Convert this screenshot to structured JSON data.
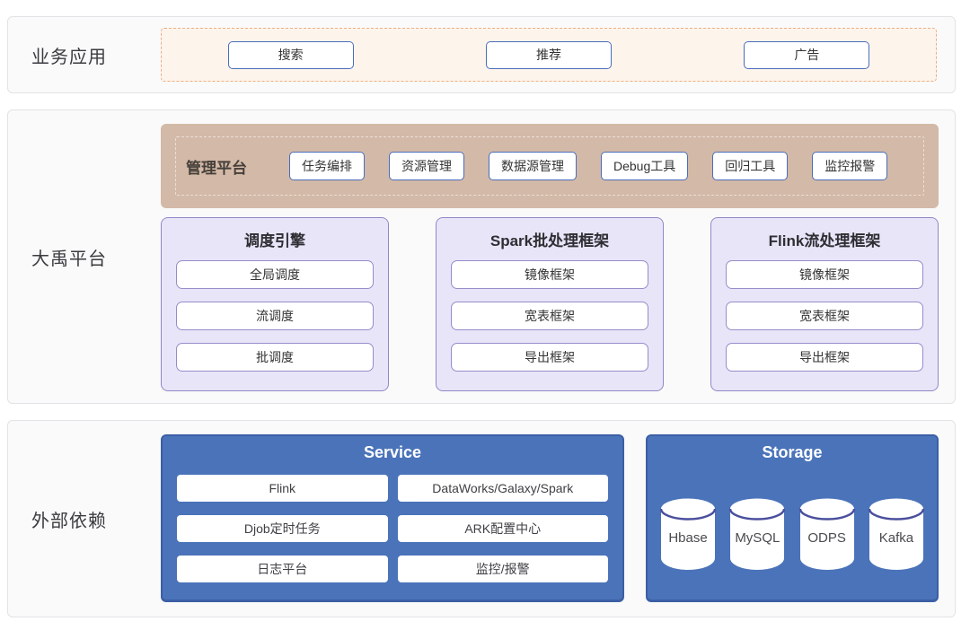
{
  "colors": {
    "accent_blue_border": "#4a6dbd",
    "dashed_orange_border": "#efae80",
    "dashed_orange_bg": "#fdf4ec",
    "management_tan": "#d3b9a7",
    "purple_bg": "#e9e5f9",
    "purple_border": "#8f88c7",
    "panel_blue": "#4a73b9",
    "cylinder_stroke": "#4a4f9d",
    "section_bg": "#fafafa"
  },
  "sections": {
    "business": {
      "label": "业务应用",
      "apps": [
        {
          "label": "搜索"
        },
        {
          "label": "推荐"
        },
        {
          "label": "广告"
        }
      ]
    },
    "dayu": {
      "label": "大禹平台",
      "management": {
        "title": "管理平台",
        "tools": [
          "任务编排",
          "资源管理",
          "数据源管理",
          "Debug工具",
          "回归工具",
          "监控报警"
        ]
      },
      "engines": [
        {
          "title": "调度引擎",
          "items": [
            "全局调度",
            "流调度",
            "批调度"
          ]
        },
        {
          "title": "Spark批处理框架",
          "items": [
            "镜像框架",
            "宽表框架",
            "导出框架"
          ]
        },
        {
          "title": "Flink流处理框架",
          "items": [
            "镜像框架",
            "宽表框架",
            "导出框架"
          ]
        }
      ]
    },
    "external": {
      "label": "外部依赖",
      "service": {
        "title": "Service",
        "items": [
          "Flink",
          "DataWorks/Galaxy/Spark",
          "Djob定时任务",
          "ARK配置中心",
          "日志平台",
          "监控/报警"
        ]
      },
      "storage": {
        "title": "Storage",
        "items": [
          "Hbase",
          "MySQL",
          "ODPS",
          "Kafka"
        ]
      }
    }
  }
}
